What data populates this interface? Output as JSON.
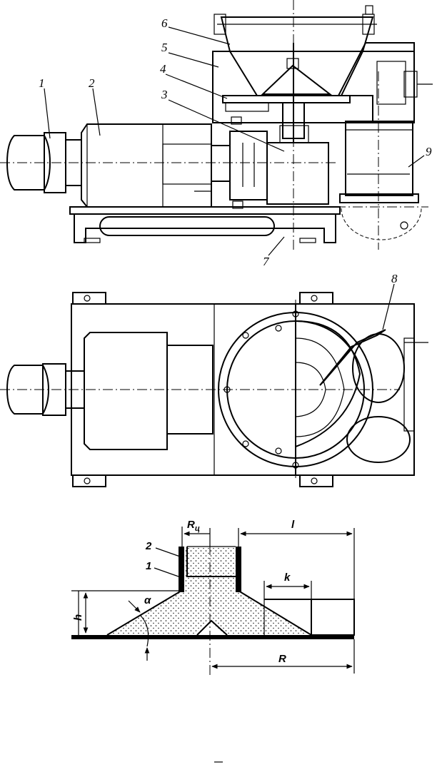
{
  "figure_top": {
    "labels": {
      "l1": "1",
      "l2": "2",
      "l3": "3",
      "l4": "4",
      "l5": "5",
      "l6": "6",
      "l7": "7",
      "l9": "9"
    }
  },
  "figure_middle": {
    "labels": {
      "l8": "8"
    }
  },
  "figure_bottom": {
    "labels": {
      "n1": "1",
      "n2": "2",
      "Rc": "R",
      "Rc_sub": "ц",
      "l": "l",
      "k": "k",
      "h": "h",
      "alpha": "α",
      "R": "R"
    }
  },
  "colors": {
    "ink": "#000000",
    "background": "#ffffff"
  }
}
